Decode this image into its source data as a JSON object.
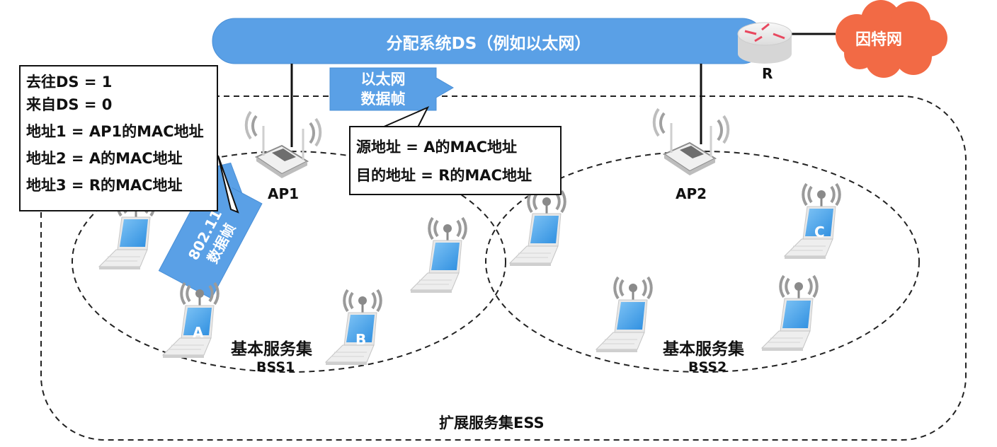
{
  "ds_bar": {
    "label": "分配系统DS（例如以太网）"
  },
  "router": {
    "label": "R"
  },
  "internet": {
    "label": "因特网"
  },
  "ethernet_frame": {
    "line1": "以太网",
    "line2": "数据帧"
  },
  "wlan_frame": {
    "line1": "802.11",
    "line2": "数据帧"
  },
  "callout_80211": {
    "lines": [
      "去往DS = 1",
      "来自DS = 0",
      "地址1 = AP1的MAC地址",
      "地址2 = A的MAC地址",
      "地址3 = R的MAC地址"
    ]
  },
  "callout_ethernet": {
    "lines": [
      "源地址 = A的MAC地址",
      "目的地址 = R的MAC地址"
    ]
  },
  "access_points": [
    {
      "label": "AP1"
    },
    {
      "label": "AP2"
    }
  ],
  "bss1": {
    "title": "基本服务集",
    "name": "BSS1"
  },
  "bss2": {
    "title": "基本服务集",
    "name": "BSS2"
  },
  "ess": {
    "label": "扩展服务集ESS"
  },
  "stations": [
    {
      "label": "",
      "bss": "BSS1"
    },
    {
      "label": "A",
      "bss": "BSS1"
    },
    {
      "label": "B",
      "bss": "BSS1"
    },
    {
      "label": "",
      "bss": "BSS1"
    },
    {
      "label": "",
      "bss": "BSS2"
    },
    {
      "label": "C",
      "bss": "BSS2"
    },
    {
      "label": "",
      "bss": "BSS2"
    },
    {
      "label": "",
      "bss": "BSS2"
    }
  ],
  "colors": {
    "accent_blue": "#5aa0e6",
    "internet_orange": "#f26a45",
    "router_arrow": "#e8485f"
  }
}
